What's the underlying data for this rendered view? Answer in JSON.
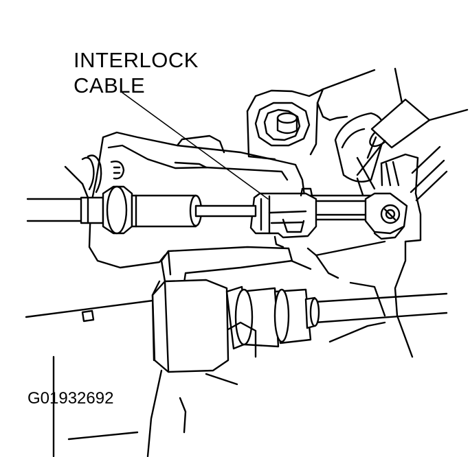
{
  "callout": {
    "line1": "INTERLOCK",
    "line2": "CABLE"
  },
  "figure_id": "G01932692",
  "colors": {
    "ink": "#000000",
    "paper": "#ffffff"
  }
}
